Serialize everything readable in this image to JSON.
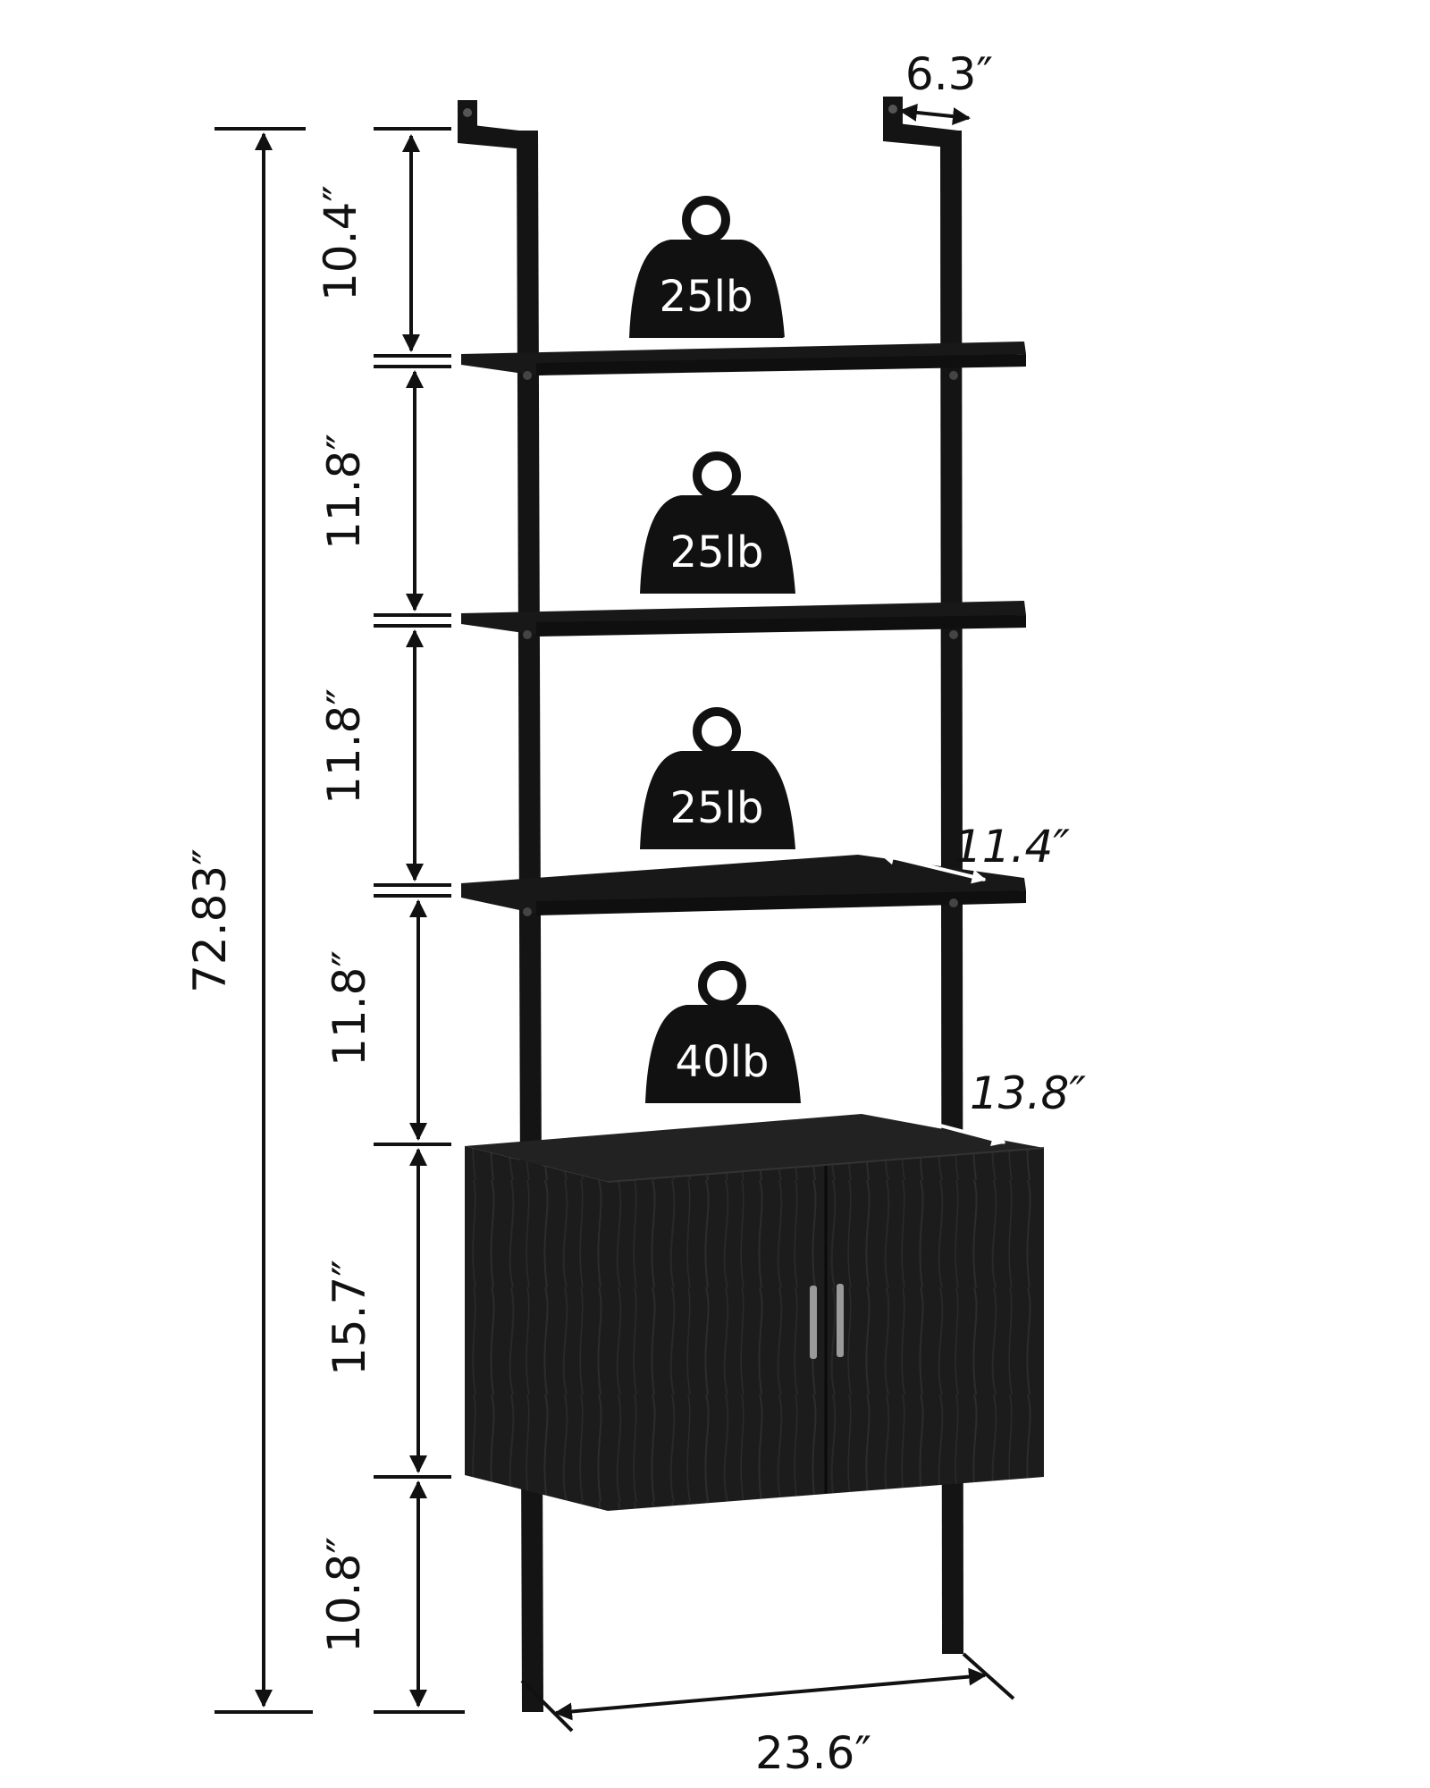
{
  "dimensions": {
    "total_height": "72.83″",
    "top_gap": "10.4″",
    "shelf_gap_1": "11.8″",
    "shelf_gap_2": "11.8″",
    "shelf_gap_3": "11.8″",
    "cabinet_height": "15.7″",
    "bottom_gap": "10.8″",
    "width": "23.6″",
    "bracket_depth": "6.3″",
    "shelf_depth": "11.4″",
    "cabinet_depth": "13.8″"
  },
  "weights": [
    "25lb",
    "25lb",
    "25lb",
    "40lb"
  ],
  "colors": {
    "furniture": "#141414",
    "line": "#111111",
    "wood": "#1b1b1b",
    "handle": "#9a9a9a"
  },
  "icons": {
    "weight": "kettlebell-weight-icon"
  }
}
